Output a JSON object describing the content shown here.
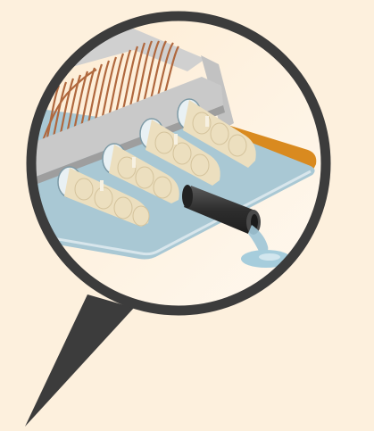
{
  "scene": {
    "subject": "evaporator-coil-drain-pan-magnified-view",
    "icons": [
      "magnifier-callout",
      "copper-coil",
      "finned-tubes",
      "drain-pan",
      "drain-pipe",
      "water-puddle"
    ]
  },
  "colors": {
    "page_background": "#fdf0dd",
    "callout_ring": "#3c3c3c",
    "callout_fill": "#fff3e2",
    "pan_water": "#a9c8d4",
    "pan_edge": "#bcd4dd",
    "coil_copper": "#b0683e",
    "fins_cream": "#ecdfbf",
    "frame_gray": "#c9c9c9",
    "drain_pipe": "#3a3a3a",
    "overflow_orange": "#d98a1f",
    "water_drip": "#9ec5d6"
  }
}
